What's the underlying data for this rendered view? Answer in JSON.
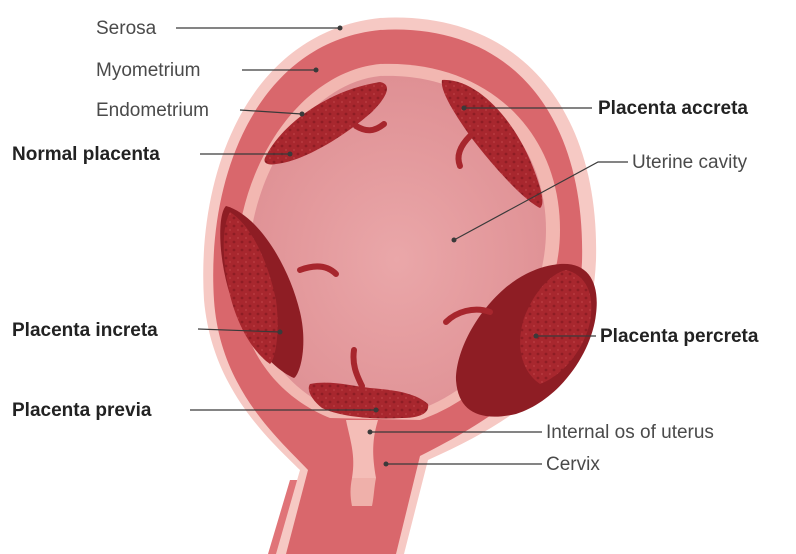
{
  "labels": {
    "serosa": "Serosa",
    "myometrium": "Myometrium",
    "endometrium": "Endometrium",
    "normal_placenta": "Normal placenta",
    "placenta_accreta": "Placenta accreta",
    "uterine_cavity": "Uterine cavity",
    "placenta_increta": "Placenta increta",
    "placenta_percreta": "Placenta percreta",
    "placenta_previa": "Placenta previa",
    "internal_os": "Internal os of uterus",
    "cervix": "Cervix"
  },
  "colors": {
    "serosa": "#f6c9c4",
    "myometrium": "#d9676c",
    "endometrium": "#f2b7b1",
    "cavity": "#e8a0a3",
    "placenta": "#a7262d",
    "placenta_dark": "#7f171d",
    "vagina": "#c58ab8"
  }
}
